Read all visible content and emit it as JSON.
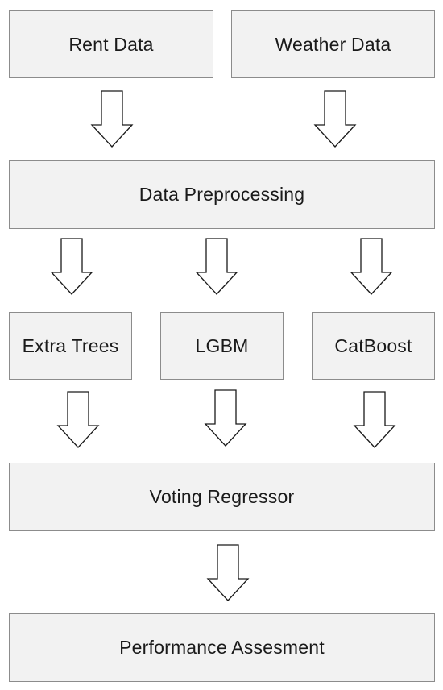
{
  "nodes": {
    "rent_data": "Rent Data",
    "weather_data": "Weather Data",
    "data_preprocessing": "Data Preprocessing",
    "extra_trees": "Extra Trees",
    "lgbm": "LGBM",
    "catboost": "CatBoost",
    "voting_regressor": "Voting Regressor",
    "performance_assessment": "Performance Assesment"
  },
  "colors": {
    "box_fill": "#f2f2f2",
    "box_border": "#8c8c8c",
    "arrow_fill": "#ffffff",
    "arrow_stroke": "#1a1a1a",
    "text": "#1a1a1a"
  },
  "edges": [
    {
      "from": "rent_data",
      "to": "data_preprocessing"
    },
    {
      "from": "weather_data",
      "to": "data_preprocessing"
    },
    {
      "from": "data_preprocessing",
      "to": "extra_trees"
    },
    {
      "from": "data_preprocessing",
      "to": "lgbm"
    },
    {
      "from": "data_preprocessing",
      "to": "catboost"
    },
    {
      "from": "extra_trees",
      "to": "voting_regressor"
    },
    {
      "from": "lgbm",
      "to": "voting_regressor"
    },
    {
      "from": "catboost",
      "to": "voting_regressor"
    },
    {
      "from": "voting_regressor",
      "to": "performance_assessment"
    }
  ]
}
